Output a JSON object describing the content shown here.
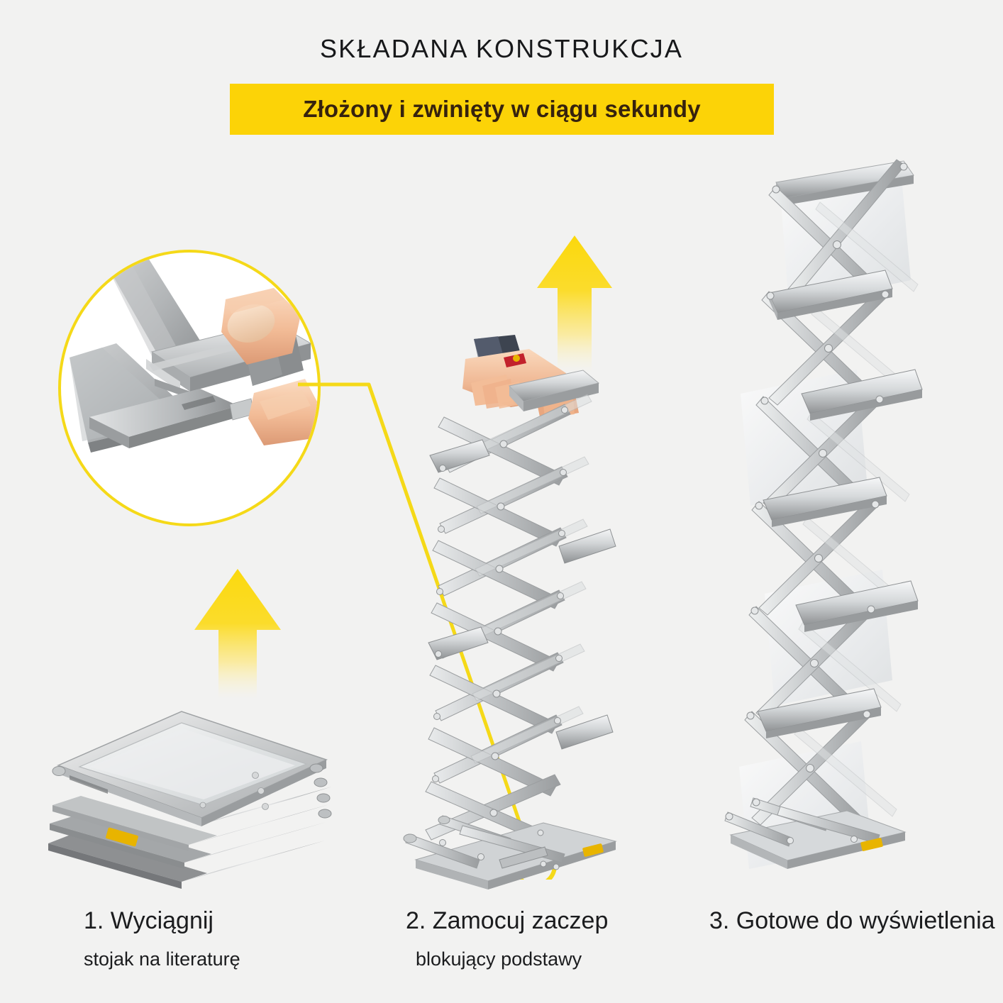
{
  "page": {
    "background_color": "#f2f2f1",
    "accent_yellow": "#fcd307",
    "callout_ring_color": "#f5d918",
    "text_color": "#17181a"
  },
  "header": {
    "title": "SKŁADANA KONSTRUKCJA",
    "banner_text": "Złożony i zwinięty w ciągu sekundy",
    "banner_bg": "#fcd307",
    "banner_text_color": "#36220e"
  },
  "steps": [
    {
      "index": "1",
      "main": "1. Wyciągnij",
      "sub": "stojak na literaturę",
      "state": "folded-stack",
      "arrow": "up-arrow-icon"
    },
    {
      "index": "2",
      "main": "2. Zamocuj zaczep",
      "sub": "blokujący podstawy",
      "state": "expanding-scissor-lattice",
      "arrow": "up-arrow-icon"
    },
    {
      "index": "3",
      "main": "3. Gotowe do wyświetlenia",
      "sub": "",
      "state": "fully-deployed-stand",
      "arrow": ""
    }
  ],
  "callout": {
    "name": "latch-detail-closeup",
    "subject": "thumb pressing aluminium locking latch",
    "ring_color": "#f5d918",
    "leader_line_color": "#f5d918",
    "target": "base-latch-of-step-2-stand"
  },
  "labels": {
    "brand_sticker_color": "#e8b400"
  }
}
